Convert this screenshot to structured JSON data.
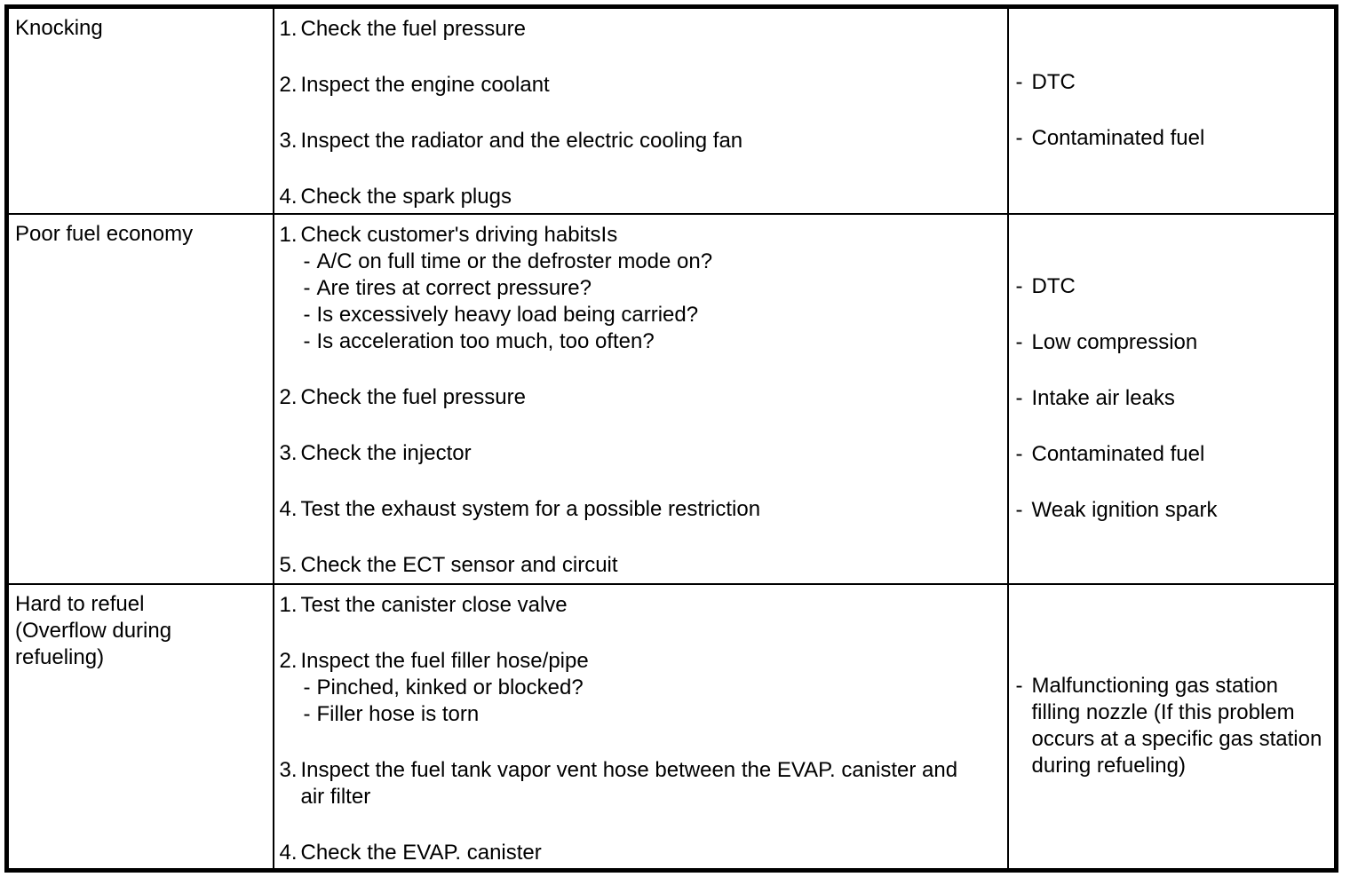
{
  "page": {
    "background": "#ffffff",
    "border_color": "#000000",
    "text_color": "#000000",
    "bullet": "-"
  },
  "table": {
    "rows": [
      {
        "symptom_lines": [
          "Knocking"
        ],
        "steps": [
          {
            "num": "1.",
            "lines": [
              "Check the fuel pressure"
            ],
            "subs": []
          },
          {
            "num": "2.",
            "lines": [
              "Inspect the engine coolant"
            ],
            "subs": []
          },
          {
            "num": "3.",
            "lines": [
              "Inspect the radiator and the electric cooling fan"
            ],
            "subs": []
          },
          {
            "num": "4.",
            "lines": [
              "Check the spark plugs"
            ],
            "subs": []
          }
        ],
        "causes": [
          {
            "lines": [
              "DTC"
            ]
          },
          {
            "lines": [
              "Contaminated fuel"
            ]
          }
        ]
      },
      {
        "symptom_lines": [
          "Poor fuel economy"
        ],
        "steps": [
          {
            "num": "1.",
            "lines": [
              "Check customer's driving habitsIs"
            ],
            "subs": [
              "A/C on full time or the defroster mode on?",
              "Are tires at correct pressure?",
              "Is excessively heavy load being carried?",
              "Is acceleration too much, too often?"
            ]
          },
          {
            "num": "2.",
            "lines": [
              "Check the fuel pressure"
            ],
            "subs": []
          },
          {
            "num": "3.",
            "lines": [
              "Check the injector"
            ],
            "subs": []
          },
          {
            "num": "4.",
            "lines": [
              "Test the exhaust system for a possible restriction"
            ],
            "subs": []
          },
          {
            "num": "5.",
            "lines": [
              "Check the ECT sensor and circuit"
            ],
            "subs": []
          }
        ],
        "causes": [
          {
            "lines": [
              "DTC"
            ]
          },
          {
            "lines": [
              "Low compression"
            ]
          },
          {
            "lines": [
              "Intake air leaks"
            ]
          },
          {
            "lines": [
              "Contaminated fuel"
            ]
          },
          {
            "lines": [
              "Weak ignition spark"
            ]
          }
        ]
      },
      {
        "symptom_lines": [
          "Hard to refuel",
          "(Overflow during",
          "refueling)"
        ],
        "steps": [
          {
            "num": "1.",
            "lines": [
              "Test the canister close valve"
            ],
            "subs": []
          },
          {
            "num": "2.",
            "lines": [
              "Inspect the fuel filler hose/pipe"
            ],
            "subs": [
              "Pinched, kinked or blocked?",
              "Filler hose is torn"
            ]
          },
          {
            "num": "3.",
            "lines": [
              "Inspect the fuel tank vapor vent hose between the EVAP. canister and",
              "air filter"
            ],
            "subs": []
          },
          {
            "num": "4.",
            "lines": [
              "Check the EVAP. canister"
            ],
            "subs": []
          }
        ],
        "causes": [
          {
            "lines": [
              "Malfunctioning gas station",
              "filling nozzle (If this problem",
              "occurs at a specific gas station",
              "during refueling)"
            ]
          }
        ]
      }
    ]
  }
}
